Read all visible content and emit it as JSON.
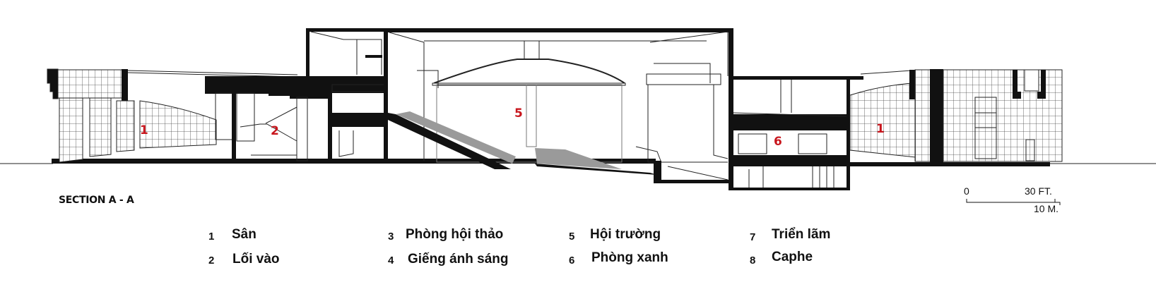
{
  "title": "SECTION A - A",
  "room_labels": {
    "left_courtyard": "1",
    "entrance": "2",
    "auditorium": "5",
    "green_room": "6",
    "right_courtyard": "1"
  },
  "legend": [
    {
      "number": "1",
      "label": "Sân"
    },
    {
      "number": "2",
      "label": "Lối vào"
    },
    {
      "number": "3",
      "label": "Phòng hội thảo"
    },
    {
      "number": "4",
      "label": "Giếng ánh sáng"
    },
    {
      "number": "5",
      "label": "Hội trường"
    },
    {
      "number": "6",
      "label": "Phòng xanh"
    },
    {
      "number": "7",
      "label": "Triển lãm"
    },
    {
      "number": "8",
      "label": "Caphe"
    }
  ],
  "scale_bar": {
    "zero": "0",
    "feet": "30 FT.",
    "meters": "10 M."
  },
  "colors": {
    "label_red": "#c8161d",
    "ink": "#111111",
    "seat_gray": "#9a9a9a"
  }
}
